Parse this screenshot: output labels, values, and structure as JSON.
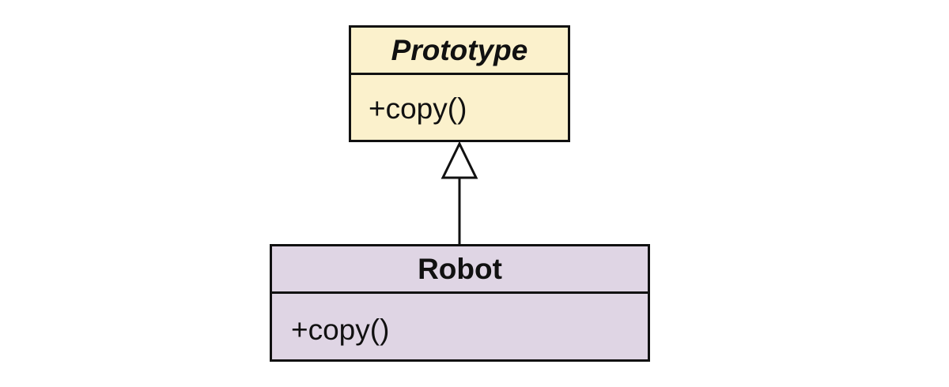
{
  "colors": {
    "prototype_fill": "#fbf1cc",
    "robot_fill": "#dfd5e4",
    "stroke": "#111111",
    "background": "#ffffff"
  },
  "classes": [
    {
      "name": "Prototype",
      "abstract": true,
      "methods": [
        "+copy()"
      ]
    },
    {
      "name": "Robot",
      "abstract": false,
      "methods": [
        "+copy()"
      ]
    }
  ],
  "relationships": [
    {
      "type": "generalization",
      "from": "Robot",
      "to": "Prototype"
    }
  ]
}
